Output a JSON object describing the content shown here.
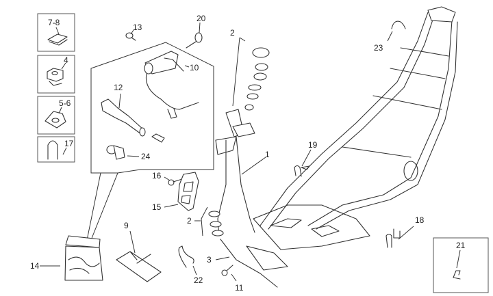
{
  "diagram": {
    "title": "Frame exploded parts diagram",
    "colors": {
      "line": "#333333",
      "background": "#ffffff"
    },
    "callouts": [
      {
        "id": "c-7-8",
        "label": "7-8",
        "part": "clip-nut"
      },
      {
        "id": "c-4",
        "label": "4",
        "part": "cage-nut"
      },
      {
        "id": "c-5-6",
        "label": "5-6",
        "part": "spring-nut"
      },
      {
        "id": "c-17",
        "label": "17",
        "part": "arch-label"
      },
      {
        "id": "c-13",
        "label": "13",
        "part": "screw"
      },
      {
        "id": "c-20",
        "label": "20",
        "part": "key-ring"
      },
      {
        "id": "c-10",
        "label": "10",
        "part": "ignition-switch"
      },
      {
        "id": "c-12",
        "label": "12",
        "part": "steering-lock"
      },
      {
        "id": "c-24",
        "label": "24",
        "part": "lock-cylinder"
      },
      {
        "id": "c-2a",
        "label": "2",
        "part": "upper-bearing-set"
      },
      {
        "id": "c-1",
        "label": "1",
        "part": "frame"
      },
      {
        "id": "c-19",
        "label": "19",
        "part": "clip"
      },
      {
        "id": "c-23",
        "label": "23",
        "part": "hose-clamp"
      },
      {
        "id": "c-16",
        "label": "16",
        "part": "bolt"
      },
      {
        "id": "c-15",
        "label": "15",
        "part": "bracket"
      },
      {
        "id": "c-2b",
        "label": "2",
        "part": "lower-bearing-set"
      },
      {
        "id": "c-9",
        "label": "9",
        "part": "pad"
      },
      {
        "id": "c-14",
        "label": "14",
        "part": "lock-kit-bag"
      },
      {
        "id": "c-22",
        "label": "22",
        "part": "strap-clip"
      },
      {
        "id": "c-3",
        "label": "3",
        "part": "cable"
      },
      {
        "id": "c-11",
        "label": "11",
        "part": "bolt"
      },
      {
        "id": "c-18",
        "label": "18",
        "part": "pin-clip"
      },
      {
        "id": "c-21",
        "label": "21",
        "part": "hook-clip"
      }
    ]
  }
}
